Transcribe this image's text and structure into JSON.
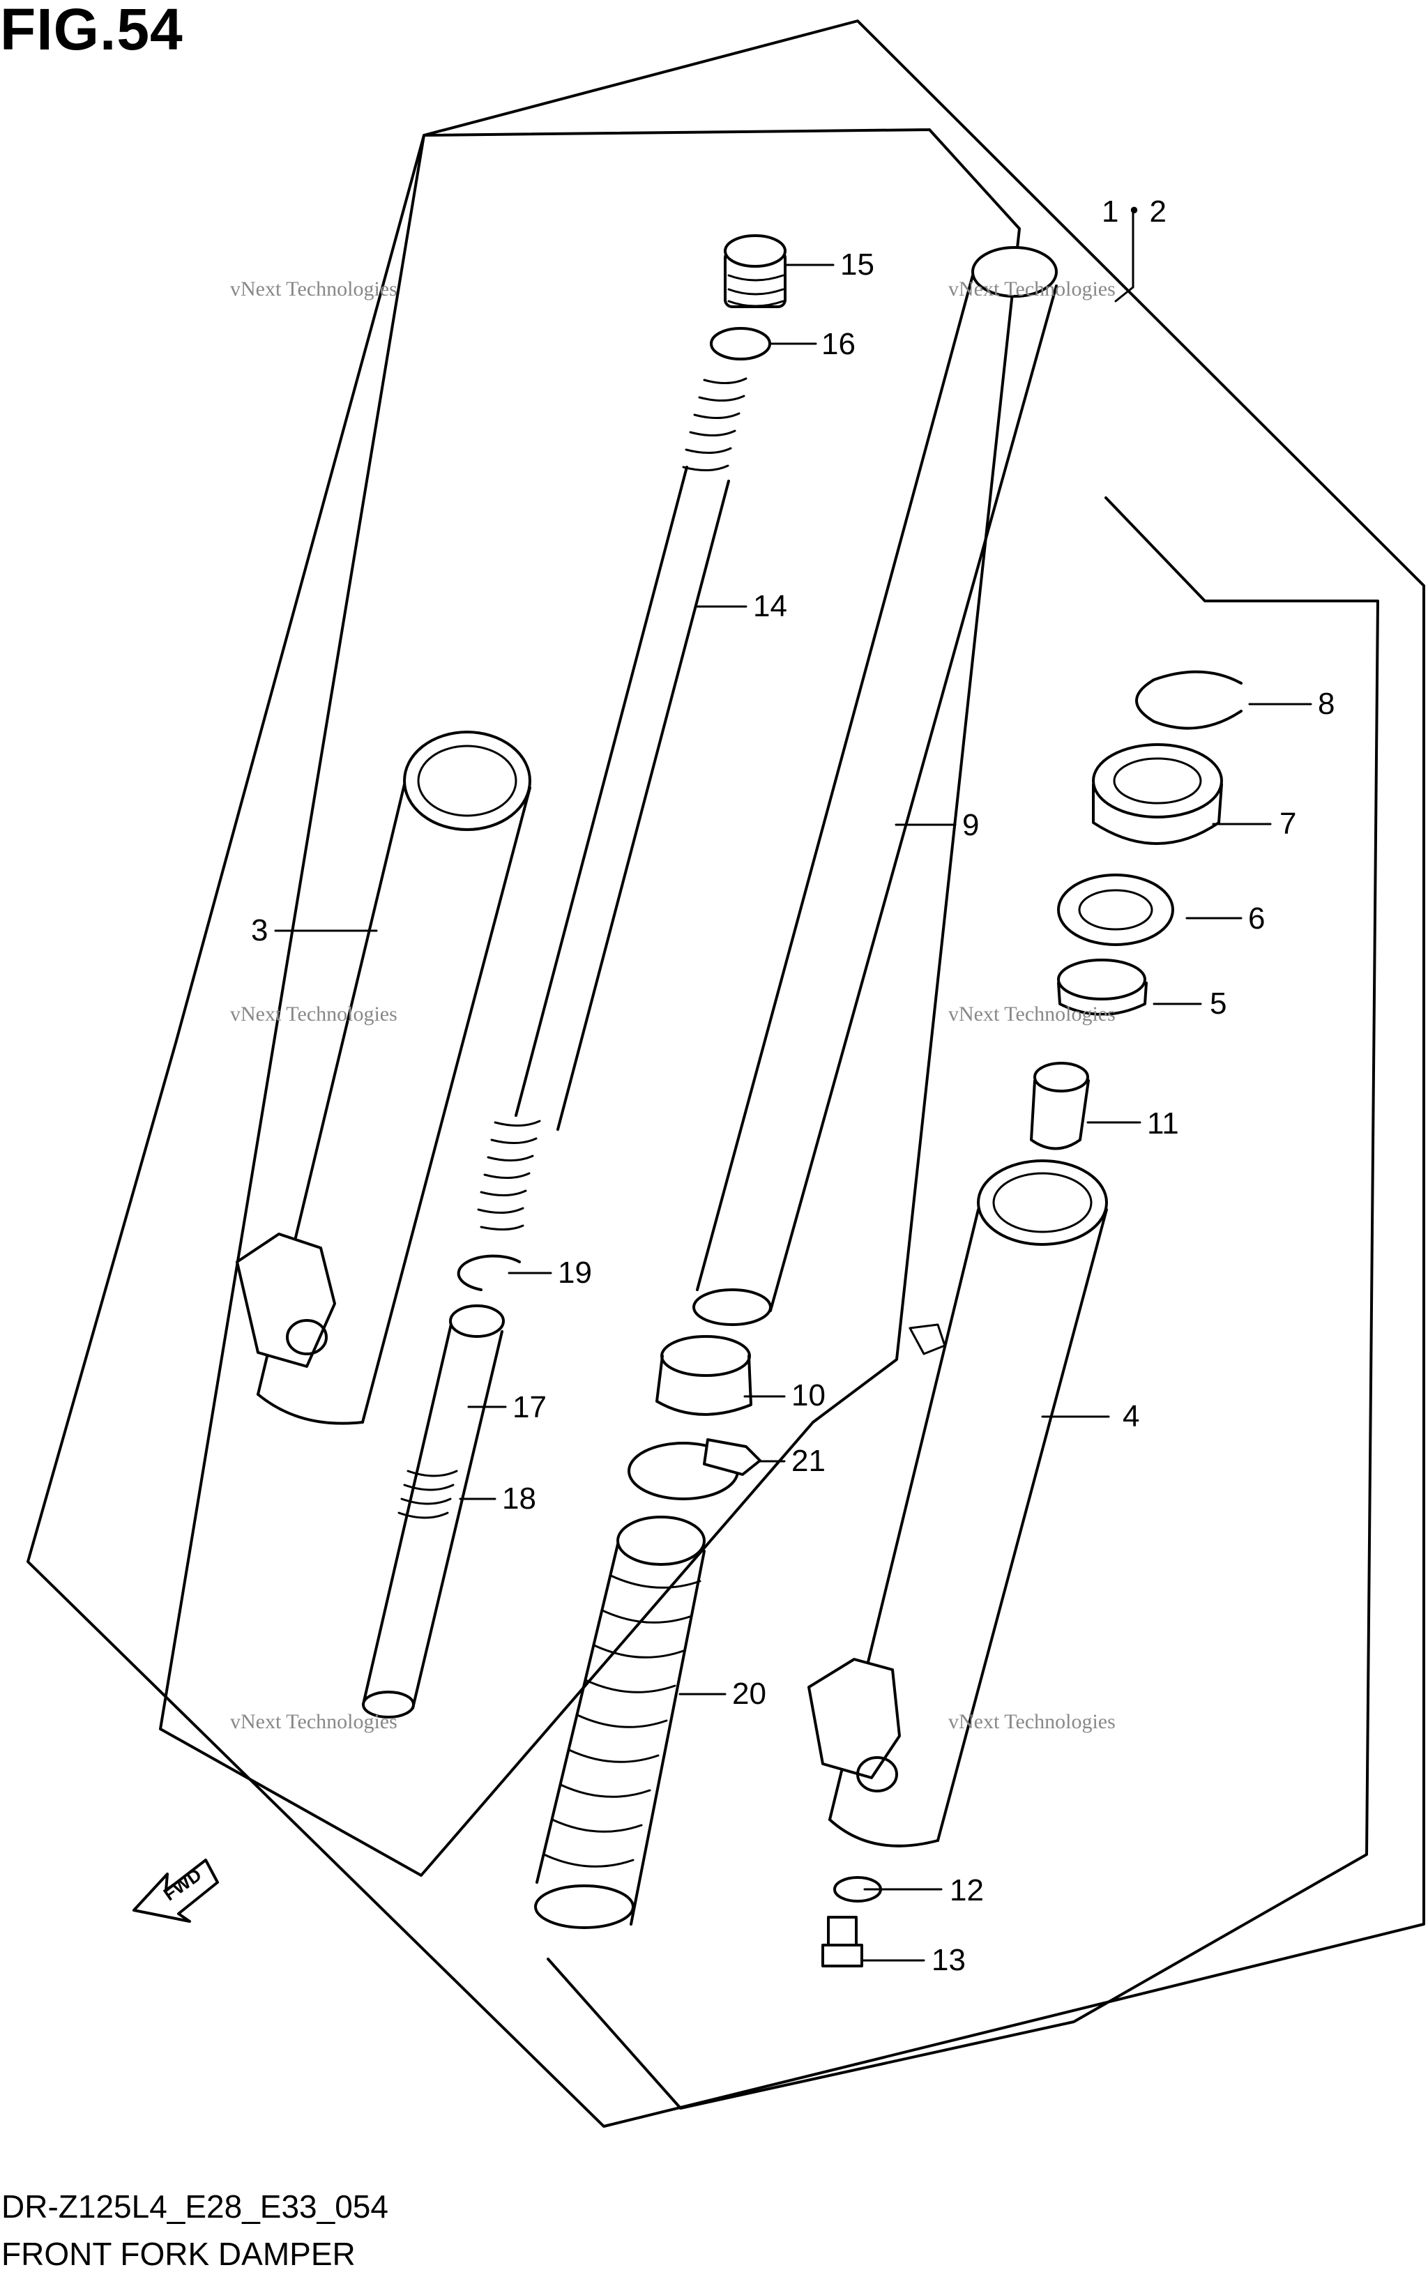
{
  "figure": {
    "title": "FIG.54"
  },
  "footer": {
    "code": "DR-Z125L4_E28_E33_054",
    "name": "FRONT FORK DAMPER"
  },
  "watermark": {
    "line1": "vNext Technologies",
    "line2": "vNext",
    "line3": "Technologies"
  },
  "fwd_label": "FWD",
  "callouts": {
    "p1_2": "1・2",
    "p3": "3",
    "p4": "4",
    "p5": "5",
    "p6": "6",
    "p7": "7",
    "p8": "8",
    "p9": "9",
    "p10": "10",
    "p11": "11",
    "p12": "12",
    "p13": "13",
    "p14": "14",
    "p15": "15",
    "p16": "16",
    "p17": "17",
    "p18": "18",
    "p19": "19",
    "p20": "20",
    "p21": "21"
  }
}
